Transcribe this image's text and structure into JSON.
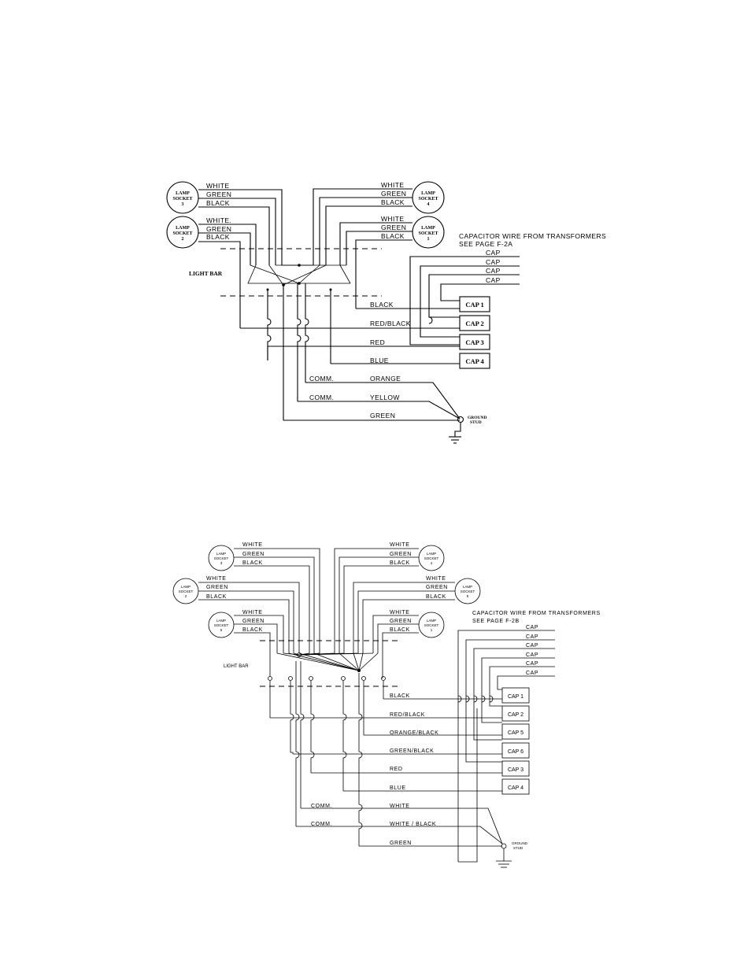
{
  "diagram1": {
    "sockets": [
      {
        "line1": "LAMP",
        "line2": "SOCKET",
        "num": "3"
      },
      {
        "line1": "LAMP",
        "line2": "SOCKET",
        "num": "2"
      },
      {
        "line1": "LAMP",
        "line2": "SOCKET",
        "num": "4"
      },
      {
        "line1": "LAMP",
        "line2": "SOCKET",
        "num": "1"
      }
    ],
    "socket_wires": {
      "white": "WHITE",
      "green": "GREEN",
      "black": "BLACK",
      "white_dot": "WHITE."
    },
    "light_bar": "LIGHT BAR",
    "capacitor_note": [
      "CAPACITOR WIRE FROM TRANSFORMERS",
      "SEE PAGE F-2A"
    ],
    "cap_wire": "CAP",
    "caps": [
      "CAP 1",
      "CAP 2",
      "CAP 3",
      "CAP 4"
    ],
    "wires": {
      "black": "BLACK",
      "red_black": "RED/BLACK",
      "red": "RED",
      "blue": "BLUE",
      "comm": "COMM.",
      "orange": "ORANGE",
      "yellow": "YELLOW",
      "green": "GREEN"
    },
    "ground": [
      "GROUND",
      "STUD"
    ]
  },
  "diagram2": {
    "sockets": [
      {
        "line1": "LAMP",
        "line2": "SOCKET",
        "num": "3"
      },
      {
        "line1": "LAMP",
        "line2": "SOCKET",
        "num": "4"
      },
      {
        "line1": "LAMP",
        "line2": "SOCKET",
        "num": "2"
      },
      {
        "line1": "LAMP",
        "line2": "SOCKET",
        "num": "5"
      },
      {
        "line1": "LAMP",
        "line2": "SOCKET",
        "num": "6"
      },
      {
        "line1": "LAMP",
        "line2": "SOCKET",
        "num": "1"
      }
    ],
    "socket_wires": {
      "white": "WHITE",
      "green": "GREEN",
      "black": "BLACK"
    },
    "light_bar": "LIGHT BAR",
    "capacitor_note": [
      "CAPACITOR WIRE FROM TRANSFORMERS",
      "SEE PAGE F-2B"
    ],
    "cap_wire": "CAP",
    "caps": [
      "CAP 1",
      "CAP 2",
      "CAP 5",
      "CAP 6",
      "CAP 3",
      "CAP 4"
    ],
    "wires": {
      "black": "BLACK",
      "red_black": "RED/BLACK",
      "orange_black": "ORANGE/BLACK",
      "green_black": "GREEN/BLACK",
      "red": "RED",
      "blue": "BLUE",
      "comm": "COMM.",
      "white": "WHITE",
      "white_black": "WHITE / BLACK",
      "green": "GREEN"
    },
    "ground": [
      "GROUND",
      "STUD"
    ]
  }
}
